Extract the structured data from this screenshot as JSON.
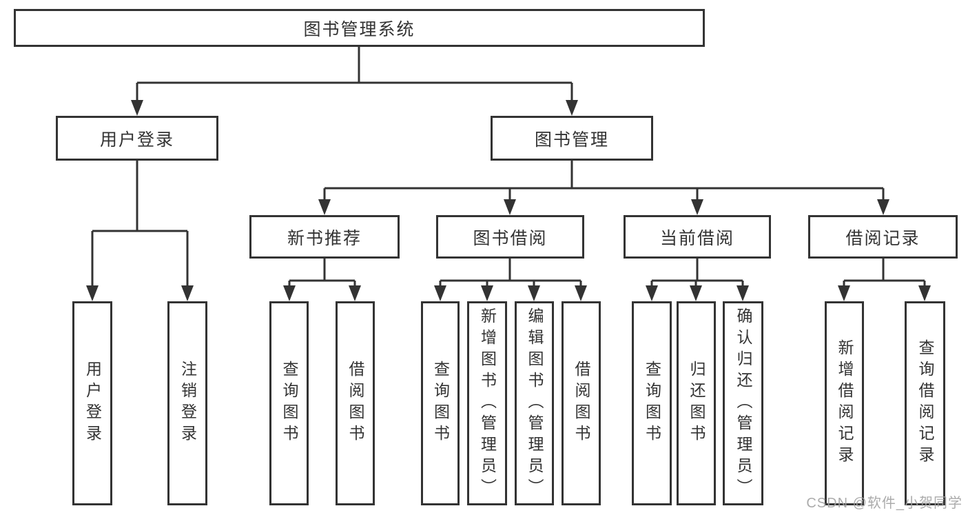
{
  "colors": {
    "line": "#333333",
    "text": "#333333",
    "background": "#ffffff",
    "watermark": "#a3a3a3"
  },
  "watermark": {
    "text": "CSDN @软件_小贺同学"
  },
  "tree": {
    "label": "图书管理系统",
    "children": [
      {
        "label": "用户登录",
        "children": [
          {
            "label": "用户登录"
          },
          {
            "label": "注销登录"
          }
        ]
      },
      {
        "label": "图书管理",
        "children": [
          {
            "label": "新书推荐",
            "children": [
              {
                "label": "查询图书"
              },
              {
                "label": "借阅图书"
              }
            ]
          },
          {
            "label": "图书借阅",
            "children": [
              {
                "label": "查询图书"
              },
              {
                "label": "新增图书（管理员）"
              },
              {
                "label": "编辑图书（管理员）"
              },
              {
                "label": "借阅图书"
              }
            ]
          },
          {
            "label": "当前借阅",
            "children": [
              {
                "label": "查询图书"
              },
              {
                "label": "归还图书"
              },
              {
                "label": "确认归还（管理员）"
              }
            ]
          },
          {
            "label": "借阅记录",
            "children": [
              {
                "label": "新增借阅记录"
              },
              {
                "label": "查询借阅记录"
              }
            ]
          }
        ]
      }
    ]
  }
}
